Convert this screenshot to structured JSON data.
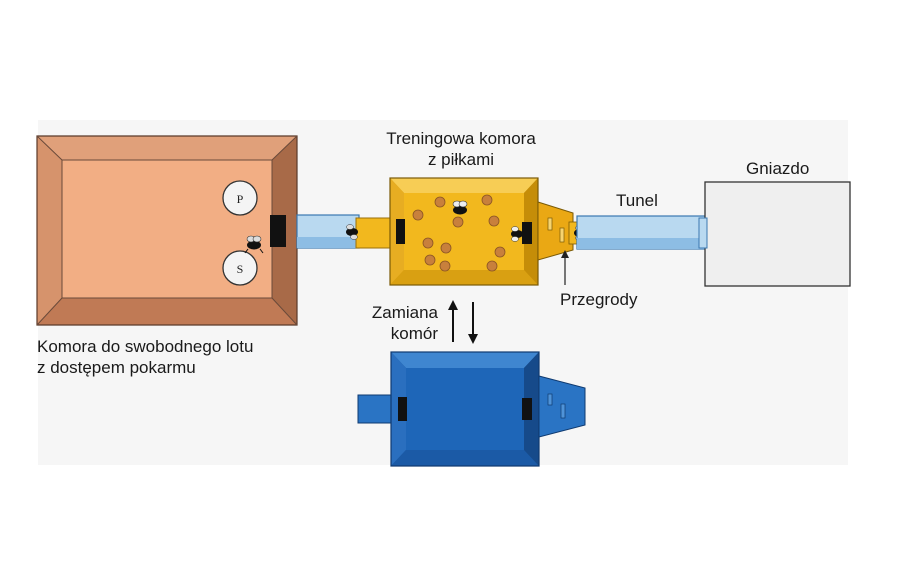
{
  "labels": {
    "flight_chamber_line1": "Komora do swobodnego lotu",
    "flight_chamber_line2": "z dostępem pokarmu",
    "training_chamber_line1": "Treningowa komora",
    "training_chamber_line2": "z piłkami",
    "nest": "Gniazdo",
    "tunnel": "Tunel",
    "partitions": "Przegrody",
    "swap_line1": "Zamiana",
    "swap_line2": "komór"
  },
  "dish_labels": {
    "top": "P",
    "bottom": "S"
  },
  "colors": {
    "flight_chamber": "#f2ae84",
    "flight_chamber_rim": "#c8805a",
    "training_chamber": "#f2b81e",
    "training_chamber_rim": "#d49a0c",
    "swap_chamber": "#1e66b8",
    "swap_chamber_rim": "#164f94",
    "tunnel": "#b9d9f0",
    "nest": "#efefef",
    "balls": "#c8803c"
  }
}
